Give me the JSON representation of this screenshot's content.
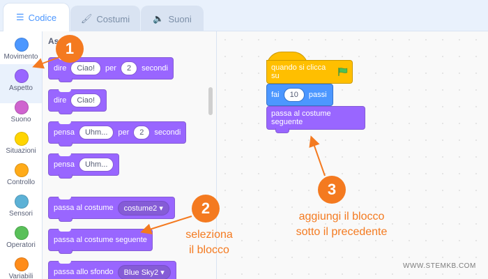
{
  "tabs": [
    {
      "label": "Codice",
      "icon": "code-icon",
      "active": true
    },
    {
      "label": "Costumi",
      "icon": "brush-icon",
      "active": false
    },
    {
      "label": "Suoni",
      "icon": "speaker-icon",
      "active": false
    }
  ],
  "categories": [
    {
      "label": "Movimento",
      "color": "#4c97ff"
    },
    {
      "label": "Aspetto",
      "color": "#9966ff",
      "selected": true
    },
    {
      "label": "Suono",
      "color": "#cf63cf"
    },
    {
      "label": "Situazioni",
      "color": "#ffd500"
    },
    {
      "label": "Controllo",
      "color": "#ffab19"
    },
    {
      "label": "Sensori",
      "color": "#5cb1d6"
    },
    {
      "label": "Operatori",
      "color": "#59c059"
    },
    {
      "label": "Variabili",
      "color": "#ff8c1a"
    }
  ],
  "palette": {
    "heading": "Aspetto",
    "blocks": [
      {
        "parts": [
          "dire",
          "Ciao!",
          "per",
          "2",
          "secondi"
        ]
      },
      {
        "parts": [
          "dire",
          "Ciao!"
        ]
      },
      {
        "parts": [
          "pensa",
          "Uhm...",
          "per",
          "2",
          "secondi"
        ]
      },
      {
        "parts": [
          "pensa",
          "Uhm..."
        ]
      },
      {
        "parts": [
          "passa al costume",
          "costume2"
        ]
      },
      {
        "parts": [
          "passa al costume seguente"
        ]
      },
      {
        "parts": [
          "passa allo sfondo",
          "Blue Sky2"
        ]
      }
    ]
  },
  "workspace": {
    "hat": "quando si clicca su",
    "motion": [
      "fai",
      "10",
      "passi"
    ],
    "looks": "passa al costume seguente"
  },
  "annotations": [
    {
      "number": "1"
    },
    {
      "number": "2",
      "text1": "seleziona",
      "text2": "il blocco"
    },
    {
      "number": "3",
      "text1": "aggiungi il blocco",
      "text2": "sotto il precedente"
    }
  ],
  "watermark": "WWW.STEMKB.COM",
  "colors": {
    "accent": "#4c97ff",
    "looks": "#9966ff",
    "events": "#ffbf00",
    "annotation": "#f47a20"
  }
}
